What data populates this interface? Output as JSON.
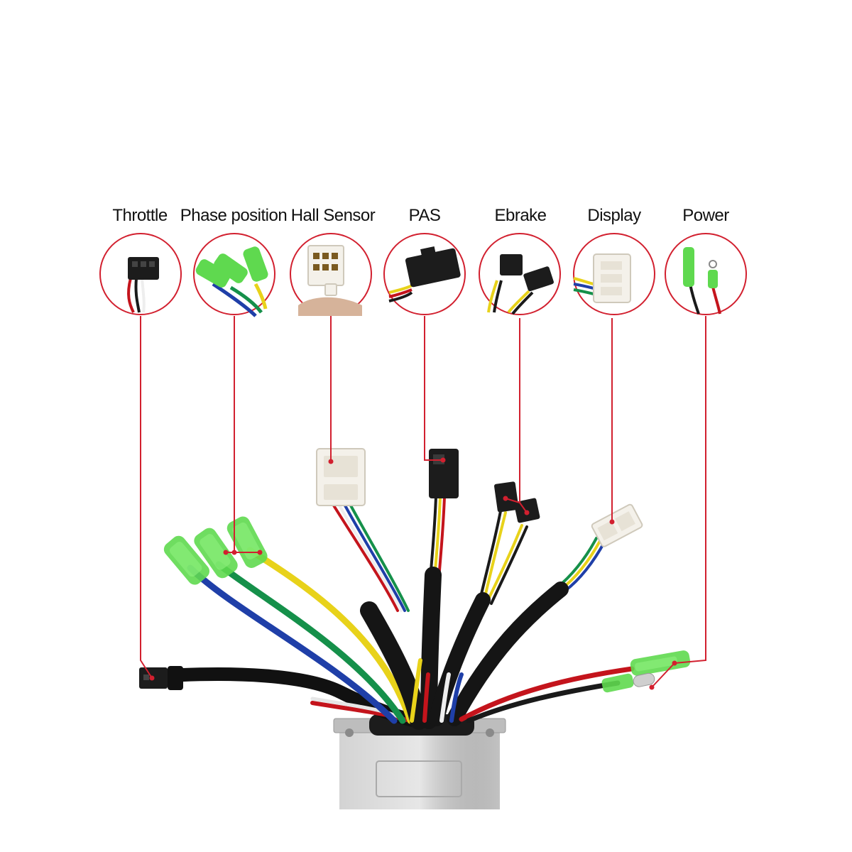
{
  "colors": {
    "callout": "#d2202f",
    "wire_black": "#1a1a1a",
    "wire_red": "#c4141c",
    "wire_yellow": "#e8d21a",
    "wire_green": "#15904a",
    "wire_blue": "#1f3fa8",
    "wire_white": "#eeeeee",
    "connector_green": "#5fd94f",
    "connector_black": "#222222",
    "connector_white": "#f4f1ea",
    "housing": "#c9c9c9"
  },
  "connectors": [
    {
      "id": "throttle",
      "label": "Throttle",
      "icon": "throttle-connector-icon"
    },
    {
      "id": "phase",
      "label": "Phase position",
      "icon": "phase-connector-icon"
    },
    {
      "id": "hall",
      "label": "Hall Sensor",
      "icon": "hall-sensor-connector-icon"
    },
    {
      "id": "pas",
      "label": "PAS",
      "icon": "pas-connector-icon"
    },
    {
      "id": "ebrake",
      "label": "Ebrake",
      "icon": "ebrake-connector-icon"
    },
    {
      "id": "display",
      "label": "Display",
      "icon": "display-connector-icon"
    },
    {
      "id": "power",
      "label": "Power",
      "icon": "power-connector-icon"
    }
  ]
}
